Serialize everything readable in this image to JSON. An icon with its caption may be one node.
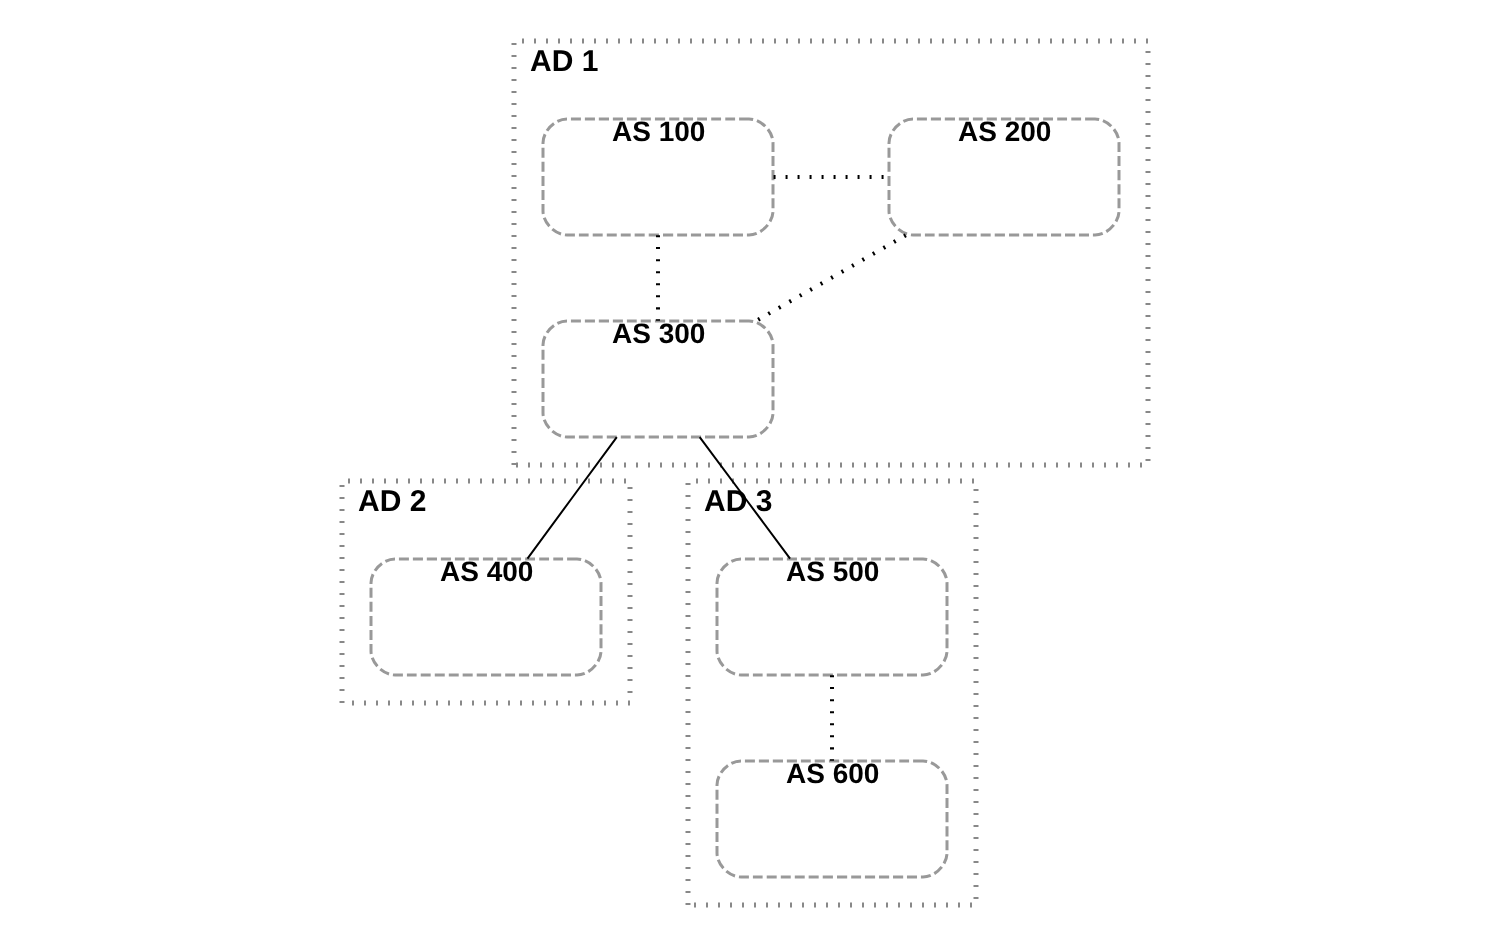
{
  "diagram": {
    "nodes": [
      {
        "text": [
          "AD 1"
        ]
      },
      {
        "text": [
          "AS 100"
        ],
        "in": 0
      },
      {
        "text": [
          "AS 200"
        ],
        "in": 0
      },
      {
        "text": [
          "AS 300"
        ],
        "in": 0
      },
      {
        "text": [
          "AD 2"
        ]
      },
      {
        "text": [
          "AS 400"
        ],
        "in": 4
      },
      {
        "text": [
          "AD 3"
        ]
      },
      {
        "text": [
          "AS 500"
        ],
        "in": 6
      },
      {
        "text": [
          "AS 600"
        ],
        "in": 6
      }
    ],
    "edges": [
      {
        "from": 1,
        "to": 2,
        "arrow": "none",
        "style": "dashed"
      },
      {
        "from": 1,
        "to": 3,
        "arrow": "none",
        "style": "dashed"
      },
      {
        "from": 2,
        "to": 3,
        "arrow": "none",
        "style": "dashed"
      },
      {
        "from": 3,
        "to": 7,
        "arrow": "none"
      },
      {
        "from": 3,
        "to": 5,
        "arrow": "none"
      },
      {
        "from": 7,
        "to": 8,
        "arrow": "none",
        "style": "dashed"
      }
    ]
  }
}
